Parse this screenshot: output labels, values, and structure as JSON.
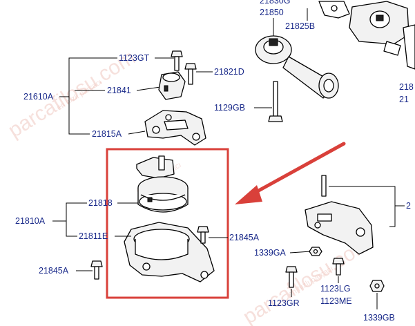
{
  "watermark": {
    "main": "parcafilosu.com",
    "sub": "en hızlı parçacı",
    "color": "#f0c8c0"
  },
  "colors": {
    "label": "#1a2a8a",
    "highlight": "#d9403a",
    "arrow": "#d9403a"
  },
  "labels": {
    "p21830g": "21830G",
    "p21850": "21850",
    "p21825b": "21825B",
    "p1123gt": "1123GT",
    "p21821d": "21821D",
    "p21610a": "21610A",
    "p21841": "21841",
    "p1129gb": "1129GB",
    "p21815a": "21815A",
    "p21818": "21818",
    "p21810a": "21810A",
    "p21811e": "21811E",
    "p21845a_right": "21845A",
    "p21845a_left": "21845A",
    "p1339ga": "1339GA",
    "p1123gr": "1123GR",
    "p1123lg": "1123LG",
    "p1123me": "1123ME",
    "p1339gb": "1339GB",
    "p218_right": "218",
    "p21_right": "21",
    "p2_right": "2"
  }
}
